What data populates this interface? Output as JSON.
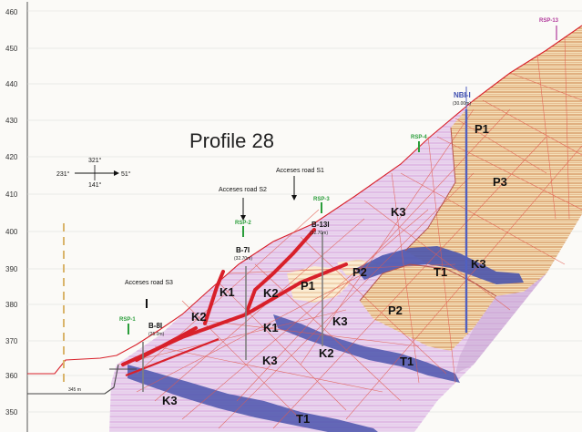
{
  "title": "Profile 28",
  "elevation_ticks": [
    "460",
    "450",
    "440",
    "430",
    "420",
    "410",
    "400",
    "390",
    "380",
    "370",
    "360",
    "350"
  ],
  "compass": {
    "left": "231°",
    "right": "51°",
    "top": "321°",
    "bottom": "141°"
  },
  "roads": [
    {
      "label": "Acceses road S1"
    },
    {
      "label": "Acceses road S2"
    },
    {
      "label": "Acceses road S3"
    }
  ],
  "boreholes": [
    {
      "name": "B-8I",
      "depth": "(25.0m)"
    },
    {
      "name": "B-7I",
      "depth": "(32.70m)"
    },
    {
      "name": "B-13I",
      "depth": "(32.70m)"
    },
    {
      "name": "NBI-I",
      "depth": "(30.00m)"
    }
  ],
  "survey_points": [
    {
      "label": "RSP-1"
    },
    {
      "label": "RSP-2"
    },
    {
      "label": "RSP-3"
    },
    {
      "label": "RSP-4"
    },
    {
      "label": "RSP-13"
    }
  ],
  "units": [
    "K1",
    "K2",
    "K3",
    "P1",
    "P2",
    "P3",
    "T1"
  ],
  "base_level": "345 m",
  "colors": {
    "k_fill": "#e9d6ee",
    "k_stripe": "#d9a9dd",
    "p_fill": "#f5dfb7",
    "p_stripe": "#cf8b52",
    "t1": "#4b55ad",
    "fault_red": "#d8202a",
    "thin_red": "#e25a4e",
    "borehole": "#7f7f7f",
    "nbi": "#5160c0",
    "survey_green": "#2a9d3a",
    "rsp13": "#b0389b"
  }
}
